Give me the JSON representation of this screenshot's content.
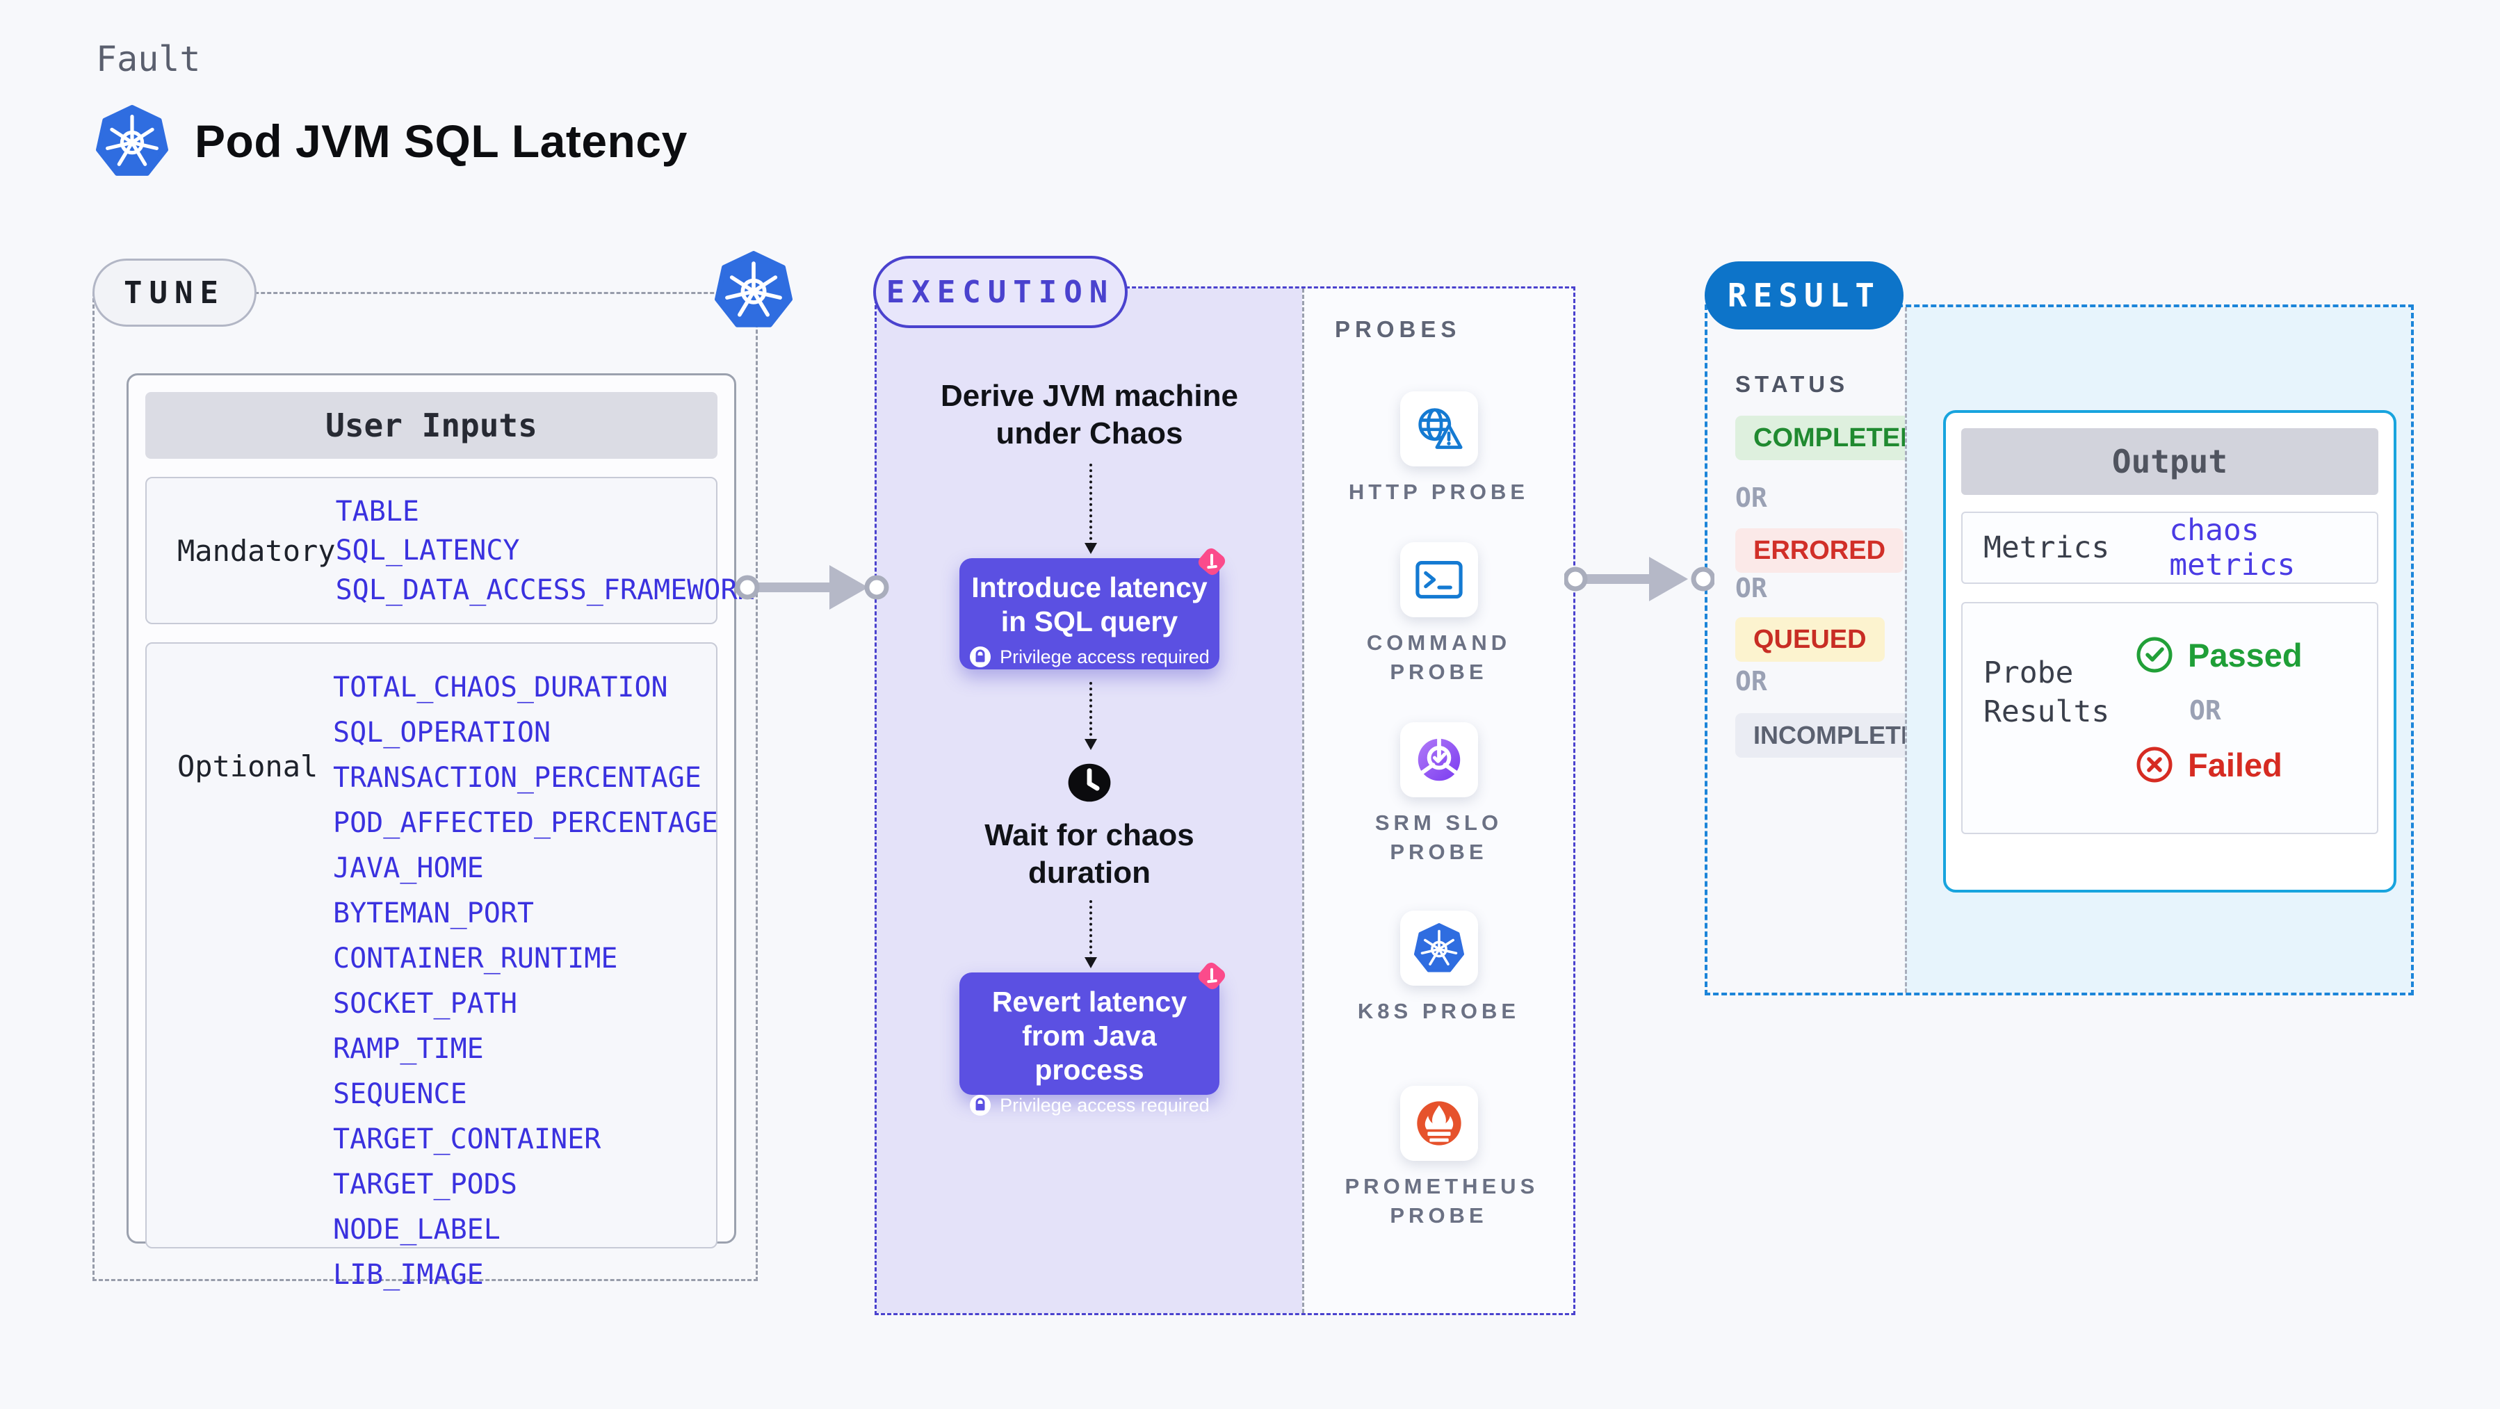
{
  "header": {
    "eyebrow": "Fault",
    "title": "Pod JVM SQL Latency",
    "logo": "kubernetes-icon"
  },
  "tune": {
    "pill": "TUNE",
    "corner_icon": "kubernetes-icon",
    "user_inputs": {
      "title": "User Inputs",
      "rows": [
        {
          "label": "Mandatory",
          "values": [
            "TABLE",
            "SQL_LATENCY",
            "SQL_DATA_ACCESS_FRAMEWORK"
          ]
        },
        {
          "label": "Optional",
          "values": [
            "TOTAL_CHAOS_DURATION",
            "SQL_OPERATION",
            "TRANSACTION_PERCENTAGE",
            "POD_AFFECTED_PERCENTAGE",
            "JAVA_HOME",
            "BYTEMAN_PORT",
            "CONTAINER_RUNTIME",
            "SOCKET_PATH",
            "RAMP_TIME",
            "SEQUENCE",
            "TARGET_CONTAINER",
            "TARGET_PODS",
            "NODE_LABEL",
            "LIB_IMAGE"
          ]
        }
      ]
    }
  },
  "execution": {
    "pill": "EXECUTION",
    "derive_step": "Derive JVM machine under Chaos",
    "inject_step": {
      "title": "Introduce latency in SQL query",
      "badge": "Privilege access required",
      "corner_icon": "chaos-icon",
      "badge_icon": "lock-icon"
    },
    "wait_step": {
      "title": "Wait for chaos duration",
      "icon": "clock-icon"
    },
    "revert_step": {
      "title": "Revert latency from Java process",
      "badge": "Privilege access required",
      "corner_icon": "chaos-icon",
      "badge_icon": "lock-icon"
    }
  },
  "probes": {
    "title": "PROBES",
    "items": [
      {
        "label": "HTTP PROBE",
        "icon": "http-probe-icon"
      },
      {
        "label": "COMMAND PROBE",
        "icon": "command-probe-icon"
      },
      {
        "label": "SRM SLO PROBE",
        "icon": "srm-slo-probe-icon"
      },
      {
        "label": "K8S PROBE",
        "icon": "k8s-probe-icon"
      },
      {
        "label": "PROMETHEUS PROBE",
        "icon": "prometheus-probe-icon"
      }
    ]
  },
  "result": {
    "pill": "RESULT",
    "status": {
      "title": "STATUS",
      "separator": "OR",
      "badges": [
        {
          "label": "COMPLETED",
          "bg": "#def0de",
          "fg": "#208a30"
        },
        {
          "label": "ERRORED",
          "bg": "#fbe9e8",
          "fg": "#d12f28"
        },
        {
          "label": "QUEUED",
          "bg": "#fcf3cf",
          "fg": "#c82d24"
        },
        {
          "label": "INCOMPLETED",
          "bg": "#eaecf3",
          "fg": "#5b6170"
        }
      ]
    },
    "output": {
      "title": "Output",
      "metrics_label": "Metrics",
      "metrics_value": "chaos metrics",
      "probe_results_label": "Probe Results",
      "passed": "Passed",
      "separator": "OR",
      "failed": "Failed"
    }
  },
  "colors": {
    "accent_indigo": "#4a42ce",
    "card_purple": "#5b50e2",
    "value_blue": "#3a31df",
    "result_blue": "#0d74c9",
    "output_border": "#18a4de",
    "k8s_blue": "#326ce5",
    "prometheus_orange": "#e6522c",
    "chaos_pink": "#fb4b8b"
  }
}
